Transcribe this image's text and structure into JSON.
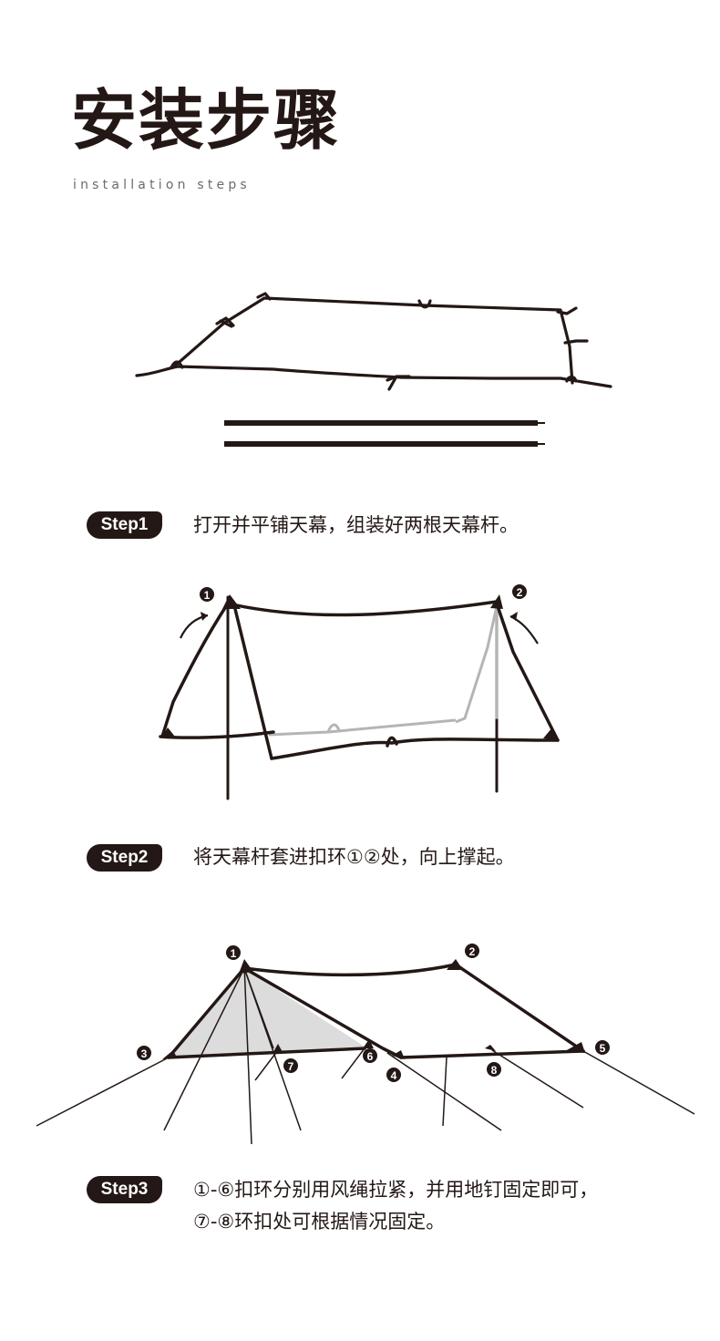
{
  "header": {
    "title": "安装步骤",
    "subtitle": "installation steps"
  },
  "colors": {
    "ink": "#231815",
    "shade": "#dcdcdc",
    "hidden": "#b5b5b5"
  },
  "steps": [
    {
      "badge": "Step1",
      "text": "打开并平铺天幕，组装好两根天幕杆。"
    },
    {
      "badge": "Step2",
      "text": "将天幕杆套进扣环①②处，向上撑起。"
    },
    {
      "badge": "Step3",
      "text_line1": "①-⑥扣环分别用风绳拉紧，并用地钉固定即可，",
      "text_line2": "⑦-⑧环扣处可根据情况固定。"
    }
  ],
  "markers": [
    "1",
    "2",
    "3",
    "4",
    "5",
    "6",
    "7",
    "8"
  ]
}
